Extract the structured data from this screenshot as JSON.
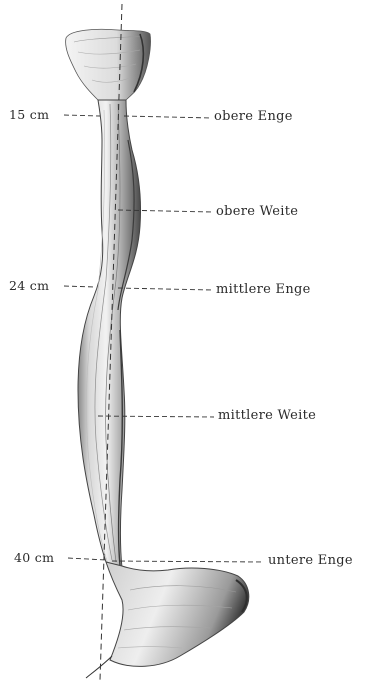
{
  "measurements": [
    {
      "label": "15 cm"
    },
    {
      "label": "24 cm"
    },
    {
      "label": "40 cm"
    }
  ],
  "regions": [
    {
      "label": "obere Enge"
    },
    {
      "label": "obere Weite"
    },
    {
      "label": "mittlere Enge"
    },
    {
      "label": "mittlere Weite"
    },
    {
      "label": "untere Enge"
    }
  ],
  "colors": {
    "ink": "#2a2a2a",
    "tissue_light": "#e9e9e9",
    "tissue_mid": "#b9b9b9",
    "tissue_dark": "#5a5a5a"
  }
}
